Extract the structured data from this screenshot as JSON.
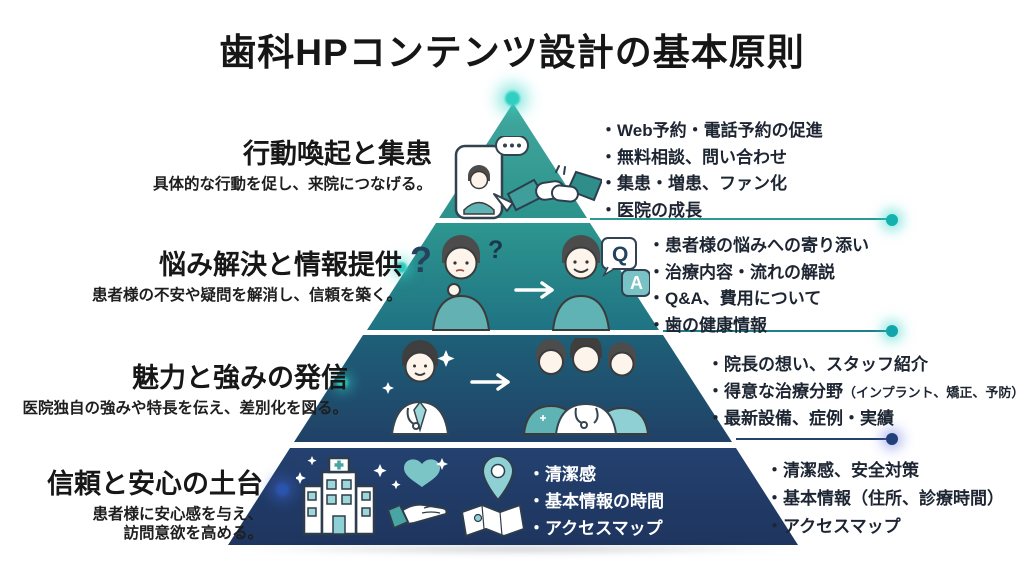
{
  "title": "歯科HPコンテンツ設計の基本原則",
  "colors": {
    "level1_teal_top": "#43a79e",
    "level1_teal_bottom": "#2b938c",
    "level2_teal_top": "#2d968f",
    "level2_teal_bottom": "#1f7383",
    "level3_top": "#1e6078",
    "level3_bottom": "#204167",
    "level4_navy_top": "#24416f",
    "level4_navy_bottom": "#1e355f",
    "accent_teal_glow": "#2fd0c2",
    "accent_navy_dot": "#21407a",
    "text_dark": "#171717",
    "text_white": "#ffffff"
  },
  "levels": [
    {
      "heading": "行動喚起と集患",
      "subheading": "具体的な行動を促し、来院につなげる。",
      "bullets": [
        "・Web予約・電話予約の促進",
        "・無料相談、問い合わせ",
        "・集患・増患、ファン化",
        "・医院の成長"
      ]
    },
    {
      "heading": "悩み解決と情報提供",
      "subheading": "患者様の不安や疑問を解消し、信頼を築く。",
      "bullets": [
        "・患者様の悩みへの寄り添い",
        "・治療内容・流れの解説",
        "・Q&A、費用について",
        "・歯の健康情報"
      ]
    },
    {
      "heading": "魅力と強みの発信",
      "subheading": "医院独自の強みや特長を伝え、差別化を図る。",
      "bullets": [
        {
          "main": "・院長の想い、スタッフ紹介"
        },
        {
          "main": "・得意な治療分野",
          "note": "（インプラント、矯正、予防）"
        },
        {
          "main": "・最新設備、症例・実績"
        }
      ]
    },
    {
      "heading": "信頼と安心の土台",
      "subheading_line1": "患者様に安心感を与え、",
      "subheading_line2": "訪問意欲を高める。",
      "inner_bullets": [
        "・清潔感",
        "・基本情報の時間",
        "・アクセスマップ"
      ],
      "bullets": [
        "・清潔感、安全対策",
        "・基本情報（住所、診療時間）",
        "・アクセスマップ"
      ]
    }
  ],
  "icons": {
    "level1": [
      "smartphone-video-call-icon",
      "chat-dots-icon",
      "handshake-icon"
    ],
    "level2": [
      "thinking-person-icon",
      "arrow-right-icon",
      "qa-person-icon"
    ],
    "level3": [
      "dentist-icon",
      "arrow-right-icon",
      "staff-team-icon"
    ],
    "level4": [
      "clinic-building-icon",
      "hand-heart-icon",
      "map-pin-icon"
    ],
    "qa_q": "Q",
    "qa_a": "A",
    "question_big": "?",
    "question_small": "?"
  }
}
